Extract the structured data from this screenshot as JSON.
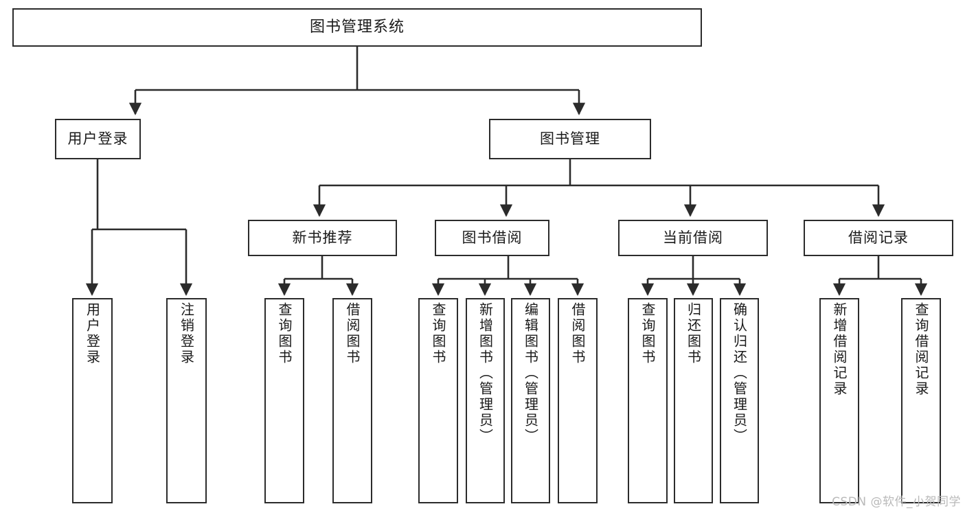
{
  "diagram": {
    "title": "图书管理系统",
    "type": "tree",
    "watermark": "CSDN @软件_小贺同学",
    "colors": {
      "box_border": "#2b2b2b",
      "box_fill": "#ffffff",
      "connector": "#2b2b2b",
      "text": "#1a1a1a",
      "watermark": "#b9b9b9"
    },
    "root": {
      "label": "图书管理系统"
    },
    "level1": [
      {
        "label": "用户登录"
      },
      {
        "label": "图书管理"
      }
    ],
    "level2": [
      {
        "label": "新书推荐"
      },
      {
        "label": "图书借阅"
      },
      {
        "label": "当前借阅"
      },
      {
        "label": "借阅记录"
      }
    ],
    "leaves": {
      "user_login": [
        {
          "label": "用户登录"
        },
        {
          "label": "注销登录"
        }
      ],
      "new_book_recommend": [
        {
          "label": "查询图书"
        },
        {
          "label": "借阅图书"
        }
      ],
      "book_borrow": [
        {
          "label": "查询图书"
        },
        {
          "label": "新增图书（管理员）"
        },
        {
          "label": "编辑图书（管理员）"
        },
        {
          "label": "借阅图书"
        }
      ],
      "current_borrow": [
        {
          "label": "查询图书"
        },
        {
          "label": "归还图书"
        },
        {
          "label": "确认归还（管理员）"
        }
      ],
      "borrow_record": [
        {
          "label": "新增借阅记录"
        },
        {
          "label": "查询借阅记录"
        }
      ]
    }
  }
}
